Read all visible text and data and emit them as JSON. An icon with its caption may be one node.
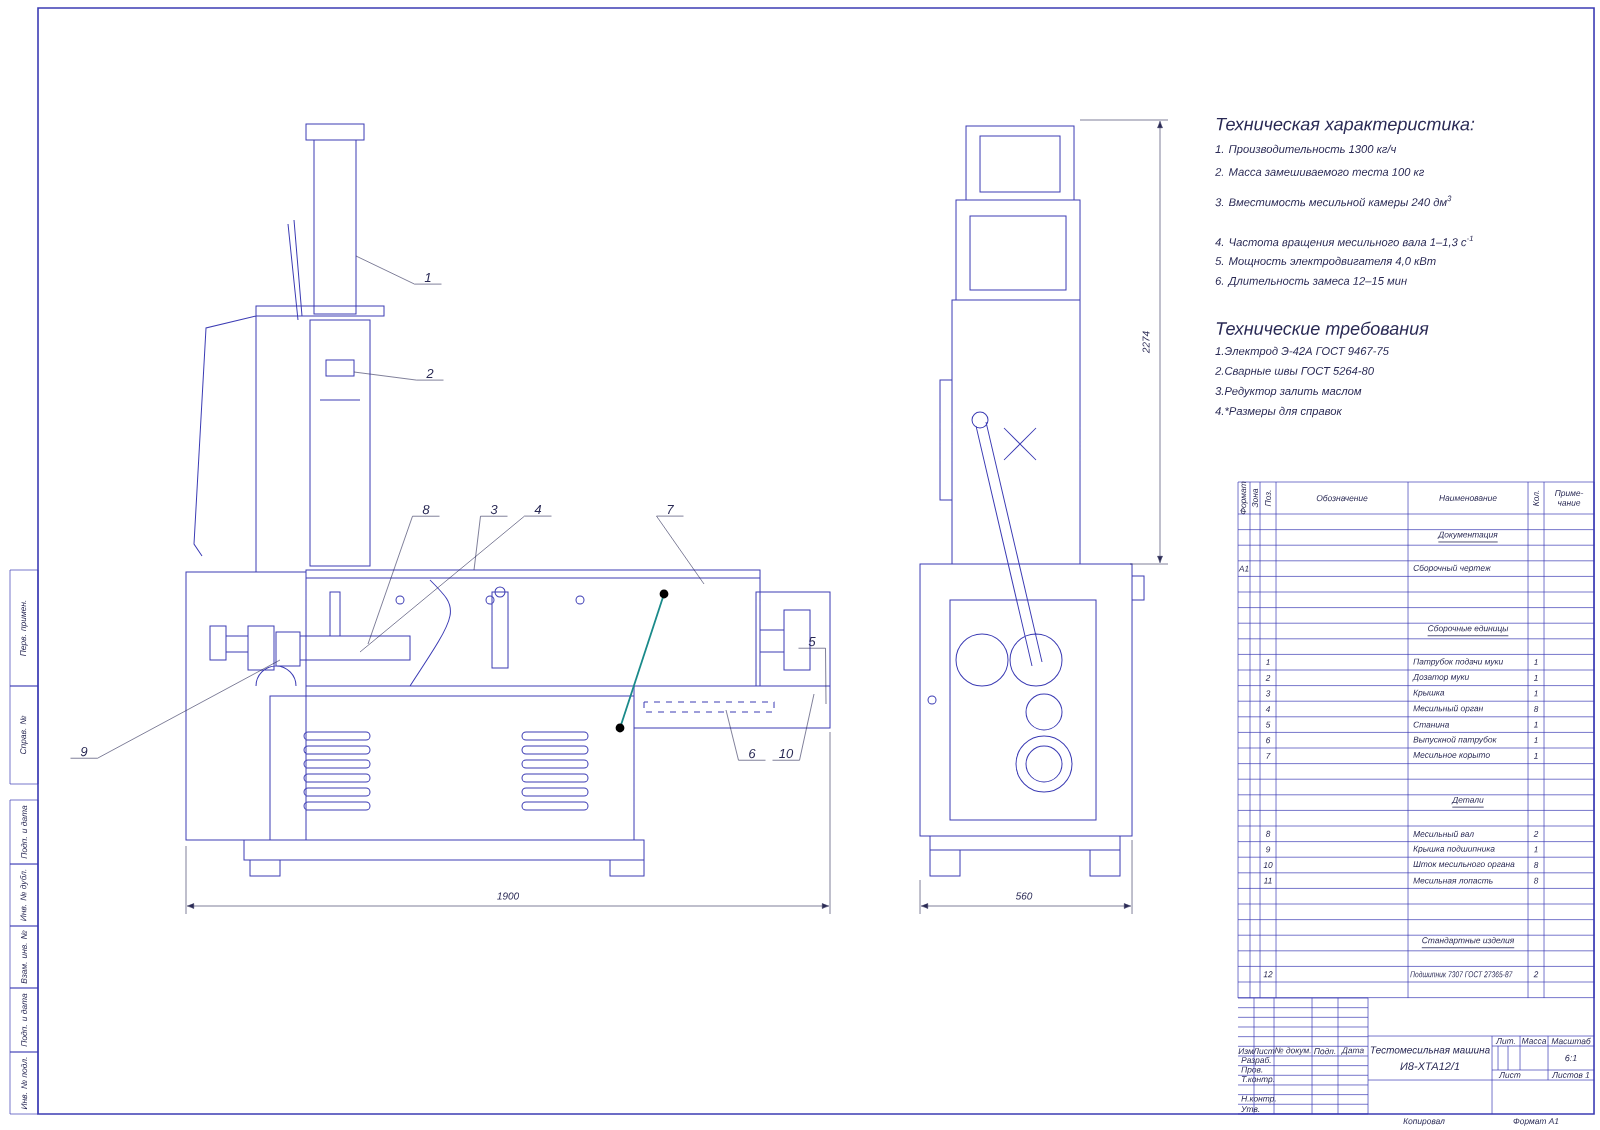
{
  "diagram": {
    "nodes": [
      {
        "text": [
          "1"
        ]
      },
      {
        "text": [
          "2"
        ]
      },
      {
        "text": [
          "8"
        ]
      },
      {
        "text": [
          "3"
        ]
      },
      {
        "text": [
          "4"
        ]
      },
      {
        "text": [
          "7"
        ]
      },
      {
        "text": [
          "5"
        ]
      },
      {
        "text": [
          "9"
        ]
      },
      {
        "text": [
          "6"
        ]
      },
      {
        "text": [
          "10"
        ]
      }
    ],
    "edges": [
      {
        "from": 0,
        "to": null,
        "arrow": "none"
      },
      {
        "from": 1,
        "to": null,
        "arrow": "none"
      },
      {
        "from": 2,
        "to": null,
        "arrow": "none"
      },
      {
        "from": 3,
        "to": null,
        "arrow": "none"
      },
      {
        "from": 4,
        "to": null,
        "arrow": "none"
      },
      {
        "from": 5,
        "to": null,
        "arrow": "none"
      },
      {
        "from": 6,
        "to": null,
        "arrow": "none"
      },
      {
        "from": 7,
        "to": null,
        "arrow": "none"
      },
      {
        "from": 8,
        "to": null,
        "arrow": "none"
      },
      {
        "from": 9,
        "to": null,
        "arrow": "none"
      }
    ],
    "labels": [
      "Техническая характеристика:",
      "1. Производительность 1300 кг/ч",
      "2. Масса замешиваемого теста 100 кг",
      "3. Вместимость месильной камеры 240 дм$^{3}$",
      "4. Частота вращения месильного вала 1–1,3 с$^{-1}$",
      "5. Мощность электродвигателя 4,0 кВт",
      "6. Длительность замеса 12–15 мин",
      "Технические требования",
      "1.Электрод Э-42А ГОСТ 9467-75",
      "2.Сварные швы ГОСТ 5264-80",
      "3.Редуктор залить маслом",
      "4.*Размеры для справок",
      "2274",
      "1900",
      "560",
      "Формат",
      "Зона",
      "Поз.",
      "Обозначение",
      "Наименование",
      "Кол.",
      "Приме-чание",
      "Документация",
      "А1",
      "Сборочный чертеж",
      "Сборочные единицы",
      "1",
      "Патрубок подачи муки",
      "1",
      "2",
      "Дозатор муки",
      "1",
      "3",
      "Крышка",
      "1",
      "4",
      "Месильный орган",
      "8",
      "5",
      "Станина",
      "1",
      "6",
      "Выпускной патрубок",
      "1",
      "7",
      "Месильное корыто",
      "1",
      "Детали",
      "8",
      "Месильный вал",
      "2",
      "9",
      "Крышка подшипника",
      "1",
      "10",
      "Шток месильного органа",
      "8",
      "11",
      "Месильная лопасть",
      "8",
      "Стандартные изделия",
      "12",
      "Подшипник 7307 ГОСТ 27365-87",
      "2",
      "Изм",
      "Лист",
      "№ докум.",
      "Подп.",
      "Дата",
      "Тестомесильная машина",
      "И8-ХТА12/1",
      "Разраб.",
      "Пров.",
      "Т.контр.",
      "Н.контр.",
      "Утв.",
      "Лит.",
      "Масса",
      "Масштаб",
      "6:1",
      "Лист",
      "Листов 1",
      "Копировал",
      "Формат А1",
      "Перв. примен.",
      "Справ. №",
      "Подп. и дата",
      "Инв. № дубл.",
      "Взам. инв. №",
      "Подп. и дата",
      "Инв. № подл."
    ]
  }
}
